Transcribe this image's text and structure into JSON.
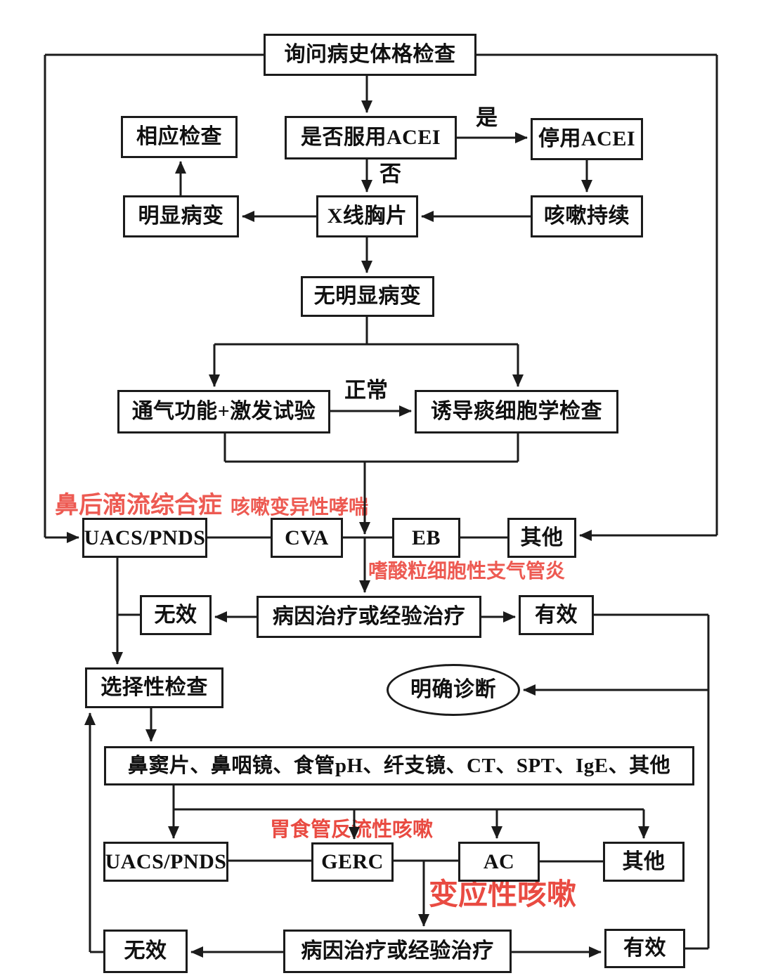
{
  "colors": {
    "line_black": "#1b1b1b",
    "annotation_red": "#ed5a52",
    "annotation_red_bold": "#e94b42"
  },
  "edge_labels": {
    "yes": "是",
    "no": "否",
    "normal": "正常"
  },
  "nodes": {
    "inquiry": {
      "label": "询问病史体格检查"
    },
    "acei_question": {
      "label": "是否服用ACEI"
    },
    "stop_acei": {
      "label": "停用ACEI"
    },
    "related_exam": {
      "label": "相应检查"
    },
    "obvious_lesion": {
      "label": "明显病变"
    },
    "chest_xray": {
      "label": "X线胸片"
    },
    "cough_persists": {
      "label": "咳嗽持续"
    },
    "no_obvious_lesion": {
      "label": "无明显病变"
    },
    "ventilation_test": {
      "label": "通气功能+激发试验"
    },
    "sputum_cytology": {
      "label": "诱导痰细胞学检查"
    },
    "uacs1": {
      "label": "UACS/PNDS"
    },
    "cva": {
      "label": "CVA"
    },
    "eb": {
      "label": "EB"
    },
    "other1": {
      "label": "其他"
    },
    "ineffective1": {
      "label": "无效"
    },
    "treatment1": {
      "label": "病因治疗或经验治疗"
    },
    "effective1": {
      "label": "有效"
    },
    "selective_exam": {
      "label": "选择性检查"
    },
    "confirmed_diagnosis": {
      "label": "明确诊断"
    },
    "exam_panel": {
      "label": "鼻窦片、鼻咽镜、食管pH、纤支镜、CT、SPT、IgE、其他"
    },
    "uacs2": {
      "label": "UACS/PNDS"
    },
    "gerc": {
      "label": "GERC"
    },
    "ac": {
      "label": "AC"
    },
    "other2": {
      "label": "其他"
    },
    "ineffective2": {
      "label": "无效"
    },
    "treatment2": {
      "label": "病因治疗或经验治疗"
    },
    "effective2": {
      "label": "有效"
    }
  },
  "annotations": {
    "postnasal_drip": "鼻后滴流综合症",
    "cough_variant_asthma": "咳嗽变异性哮喘",
    "eosinophilic_bronchitis": "嗜酸粒细胞性支气管炎",
    "gerd_cough": "胃食管反流性咳嗽",
    "allergic_cough": "变应性咳嗽"
  }
}
